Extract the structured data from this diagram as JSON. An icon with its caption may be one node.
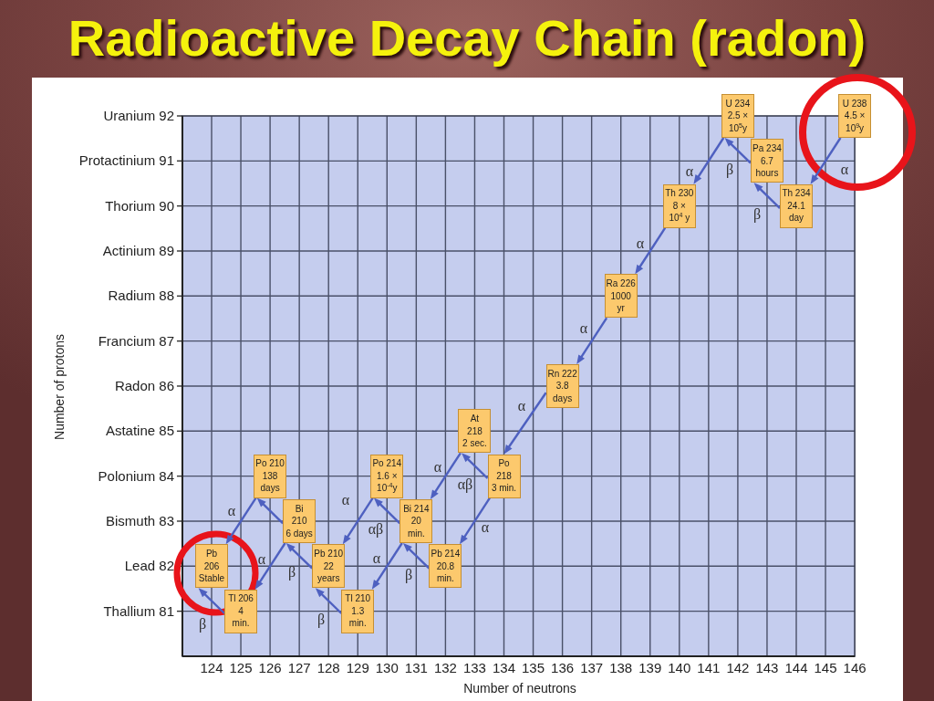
{
  "diagram": {
    "title": "Radioactive Decay Chain (radon)",
    "nodes": [
      {
        "text": [
          "U 234",
          "2.5 × 10$^{5}$y"
        ]
      },
      {
        "text": [
          "U 238",
          "4.5 × 10$^{9}$y"
        ]
      },
      {
        "text": [
          "Pa 234",
          "6.7 hours"
        ]
      },
      {
        "text": [
          "Th 230",
          "8 × 10$^{4}$ y"
        ]
      },
      {
        "text": [
          "Th 234",
          "24.1 day"
        ]
      },
      {
        "text": [
          "Ra 226",
          "1000 yr"
        ]
      },
      {
        "text": [
          "Rn 222",
          "3.8 days"
        ]
      },
      {
        "text": [
          "At 218",
          "2 sec."
        ]
      },
      {
        "text": [
          "Po 210",
          "138 days"
        ]
      },
      {
        "text": [
          "Po 214",
          "1.6 × 10$^{-4}$y"
        ]
      },
      {
        "text": [
          "Po 218",
          "3 min."
        ]
      },
      {
        "text": [
          "Bi 210",
          "6 days"
        ]
      },
      {
        "text": [
          "Bi 214",
          "20 min."
        ]
      },
      {
        "text": [
          "Pb 206",
          "Stable"
        ]
      },
      {
        "text": [
          "Pb 210",
          "22 years"
        ]
      },
      {
        "text": [
          "Pb 214",
          "20.8 min."
        ]
      },
      {
        "text": [
          "Tl 206",
          "4 min."
        ]
      },
      {
        "text": [
          "Tl 210",
          "1.3 min."
        ]
      }
    ],
    "edges": [
      {
        "from": 1,
        "to": 4,
        "arrow": "to",
        "label": "α"
      },
      {
        "from": 4,
        "to": 2,
        "arrow": "to",
        "label": "β"
      },
      {
        "from": 2,
        "to": 0,
        "arrow": "to",
        "label": "β"
      },
      {
        "from": 0,
        "to": 3,
        "arrow": "to",
        "label": "α"
      },
      {
        "from": 3,
        "to": 5,
        "arrow": "to",
        "label": "α"
      },
      {
        "from": 5,
        "to": 6,
        "arrow": "to",
        "label": "α"
      },
      {
        "from": 6,
        "to": 10,
        "arrow": "to",
        "label": "α"
      },
      {
        "from": 10,
        "to": 7,
        "arrow": "to",
        "label": "αβ"
      },
      {
        "from": 10,
        "to": 15,
        "arrow": "to",
        "label": "α"
      },
      {
        "from": 7,
        "to": 12,
        "arrow": "to",
        "label": "α"
      },
      {
        "from": 15,
        "to": 12,
        "arrow": "to",
        "label": "β"
      },
      {
        "from": 12,
        "to": 9,
        "arrow": "to",
        "label": "αβ"
      },
      {
        "from": 12,
        "to": 17,
        "arrow": "to",
        "label": "α"
      },
      {
        "from": 9,
        "to": 14,
        "arrow": "to",
        "label": "α"
      },
      {
        "from": 17,
        "to": 14,
        "arrow": "to",
        "label": "β"
      },
      {
        "from": 14,
        "to": 11,
        "arrow": "to",
        "label": "β"
      },
      {
        "from": 11,
        "to": 8,
        "arrow": "to"
      },
      {
        "from": 11,
        "to": 16,
        "arrow": "to",
        "label": "α"
      },
      {
        "from": 8,
        "to": 13,
        "arrow": "to",
        "label": "α"
      },
      {
        "from": 16,
        "to": 13,
        "arrow": "to",
        "label": "β"
      }
    ],
    "labels": [
      "Uranium 92",
      "Protactinium 91",
      "Thorium 90",
      "Actinium 89",
      "Radium 88",
      "Francium 87",
      "Radon 86",
      "Astatine 85",
      "Polonium 84",
      "Bismuth 83",
      "Lead 82",
      "Thallium 81",
      "Number of protons",
      "124",
      "125",
      "126",
      "127",
      "128",
      "129",
      "130",
      "131",
      "132",
      "133",
      "134",
      "135",
      "136",
      "137",
      "138",
      "139",
      "140",
      "141",
      "142",
      "143",
      "144",
      "145",
      "146",
      "Number of neutrons"
    ]
  }
}
